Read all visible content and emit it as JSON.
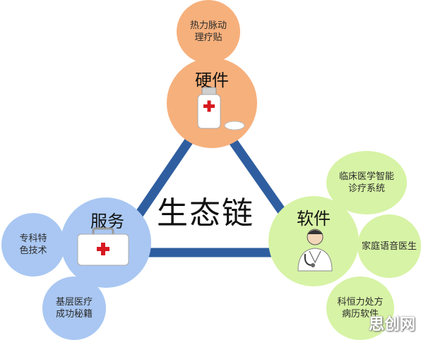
{
  "hardware": {
    "label": "硬件",
    "sub_item": "热力脉动\n理疗贴",
    "colors": {
      "main": "#f6b07c",
      "sub": "#f6b07c"
    }
  },
  "software": {
    "label": "软件",
    "sub_items": [
      "临床医学智能\n诊疗系统",
      "家庭语音医生",
      "科恒力处方\n病历软件"
    ],
    "colors": {
      "main": "#d7f3a5",
      "sub": "#d7f3a5"
    }
  },
  "service": {
    "label": "服务",
    "sub_items": [
      "专科特\n色技术",
      "基层医疗\n成功秘籍"
    ],
    "colors": {
      "main": "#a9c7f2",
      "sub": "#a9c7f2"
    }
  },
  "center_title": "生态链",
  "watermark": "思创网",
  "triangle_color": "#2f5ea0"
}
